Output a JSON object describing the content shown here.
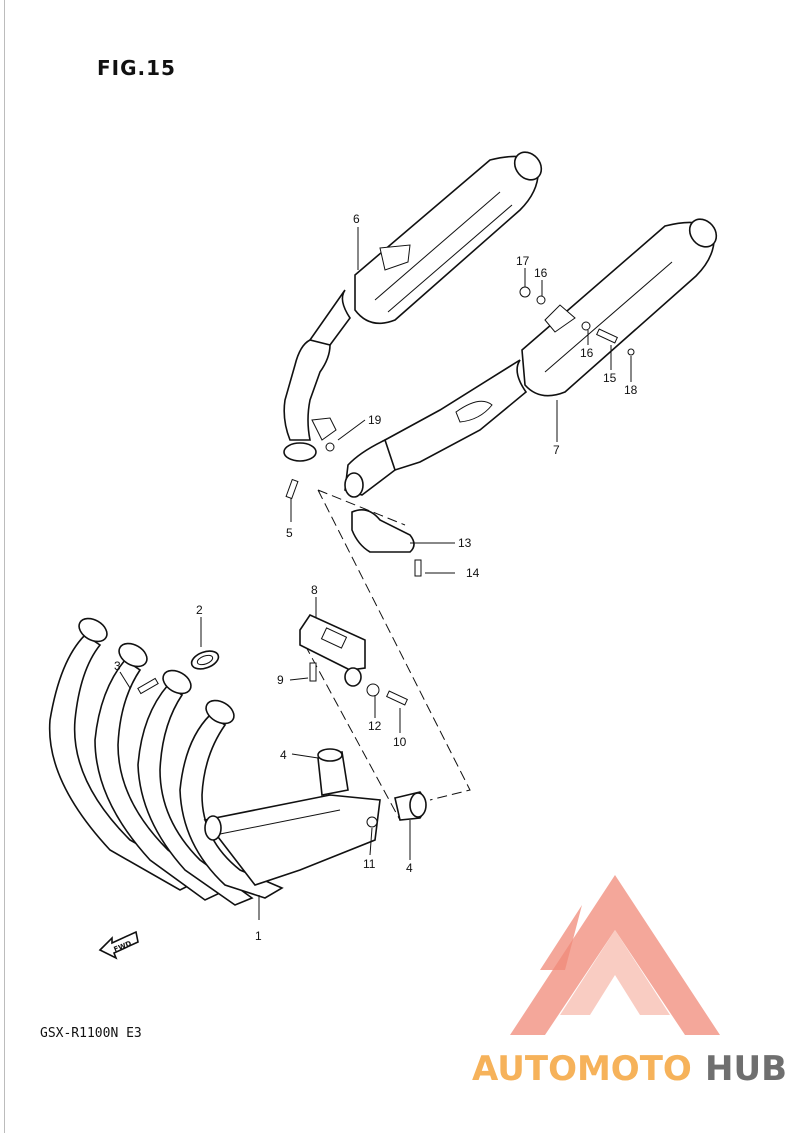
{
  "figure": {
    "title": "FIG.15",
    "model_code": "GSX-R1100N E3",
    "fwd_label": "FWD"
  },
  "callouts": [
    {
      "id": "c1",
      "text": "1"
    },
    {
      "id": "c2",
      "text": "2"
    },
    {
      "id": "c3",
      "text": "3"
    },
    {
      "id": "c4a",
      "text": "4"
    },
    {
      "id": "c4b",
      "text": "4"
    },
    {
      "id": "c5",
      "text": "5"
    },
    {
      "id": "c6",
      "text": "6"
    },
    {
      "id": "c7",
      "text": "7"
    },
    {
      "id": "c8",
      "text": "8"
    },
    {
      "id": "c9",
      "text": "9"
    },
    {
      "id": "c10",
      "text": "10"
    },
    {
      "id": "c11",
      "text": "11"
    },
    {
      "id": "c12",
      "text": "12"
    },
    {
      "id": "c13",
      "text": "13"
    },
    {
      "id": "c14",
      "text": "14"
    },
    {
      "id": "c15",
      "text": "15"
    },
    {
      "id": "c16a",
      "text": "16"
    },
    {
      "id": "c16b",
      "text": "16"
    },
    {
      "id": "c17",
      "text": "17"
    },
    {
      "id": "c18",
      "text": "18"
    },
    {
      "id": "c19",
      "text": "19"
    }
  ],
  "watermark": {
    "text_part1": "AUTOMOTO",
    "text_part2": "HUB",
    "color_primary": "#f08a78",
    "color_accent": "#f6b25a",
    "color_dark": "#6f6f6f"
  }
}
